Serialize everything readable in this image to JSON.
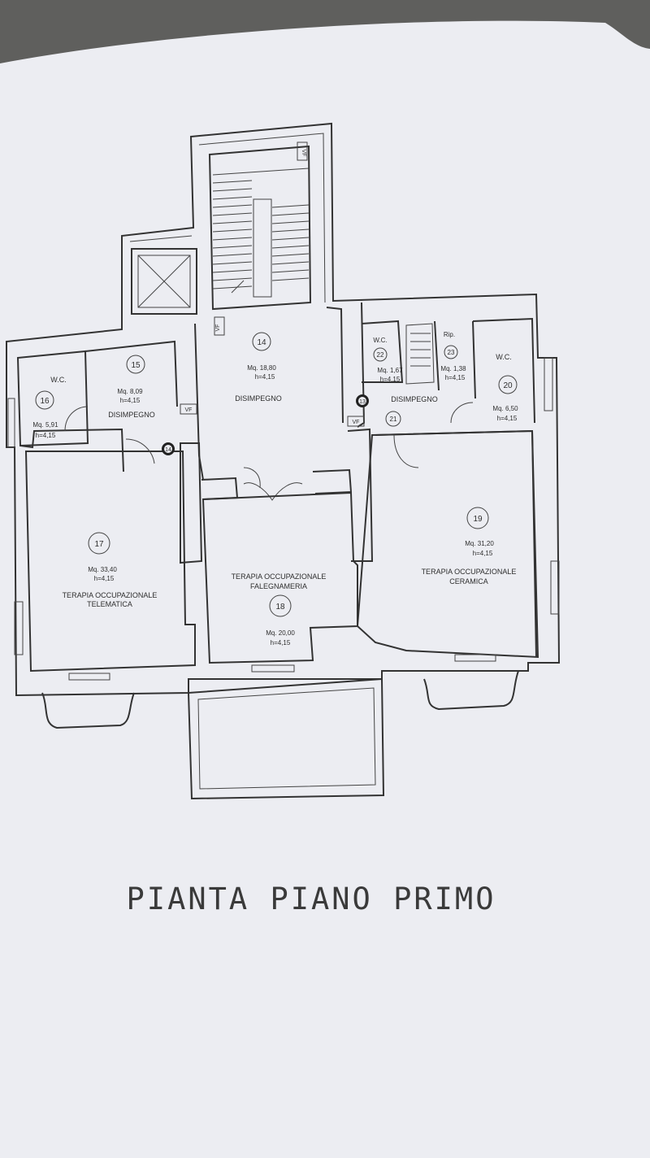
{
  "title": "PIANTA PIANO PRIMO",
  "rooms": [
    {
      "id": "room-14",
      "number": "14",
      "area": "Mq. 18,80",
      "height": "h=4,15",
      "name": "DISIMPEGNO"
    },
    {
      "id": "room-15",
      "number": "15",
      "area": "Mq. 8,09",
      "height": "h=4,15",
      "name": "DISIMPEGNO"
    },
    {
      "id": "room-16",
      "number": "16",
      "area": "Mq. 5,91",
      "height": "h=4,15",
      "name": "W.C."
    },
    {
      "id": "room-17",
      "number": "17",
      "area": "Mq. 33,40",
      "height": "h=4,15",
      "name": "TERAPIA OCCUPAZIONALE",
      "name2": "TELEMATICA"
    },
    {
      "id": "room-18",
      "number": "18",
      "area": "Mq. 20,00",
      "height": "h=4,15",
      "name": "TERAPIA OCCUPAZIONALE",
      "name2": "FALEGNAMERIA"
    },
    {
      "id": "room-19",
      "number": "19",
      "area": "Mq. 31,20",
      "height": "h=4,15",
      "name": "TERAPIA OCCUPAZIONALE",
      "name2": "CERAMICA"
    },
    {
      "id": "room-20",
      "number": "20",
      "area": "Mq. 6,50",
      "height": "h=4,15",
      "name": "W.C."
    },
    {
      "id": "room-21",
      "number": "21",
      "name": "DISIMPEGNO"
    },
    {
      "id": "room-22",
      "number": "22",
      "area": "Mq. 1,67",
      "height": "h=4,15",
      "name": "W.C."
    },
    {
      "id": "room-23",
      "number": "23",
      "area": "Mq. 1,38",
      "height": "h=4,15",
      "name": "Rip."
    }
  ],
  "markers": {
    "left": "14",
    "right": "13"
  },
  "vf_label": "VF"
}
